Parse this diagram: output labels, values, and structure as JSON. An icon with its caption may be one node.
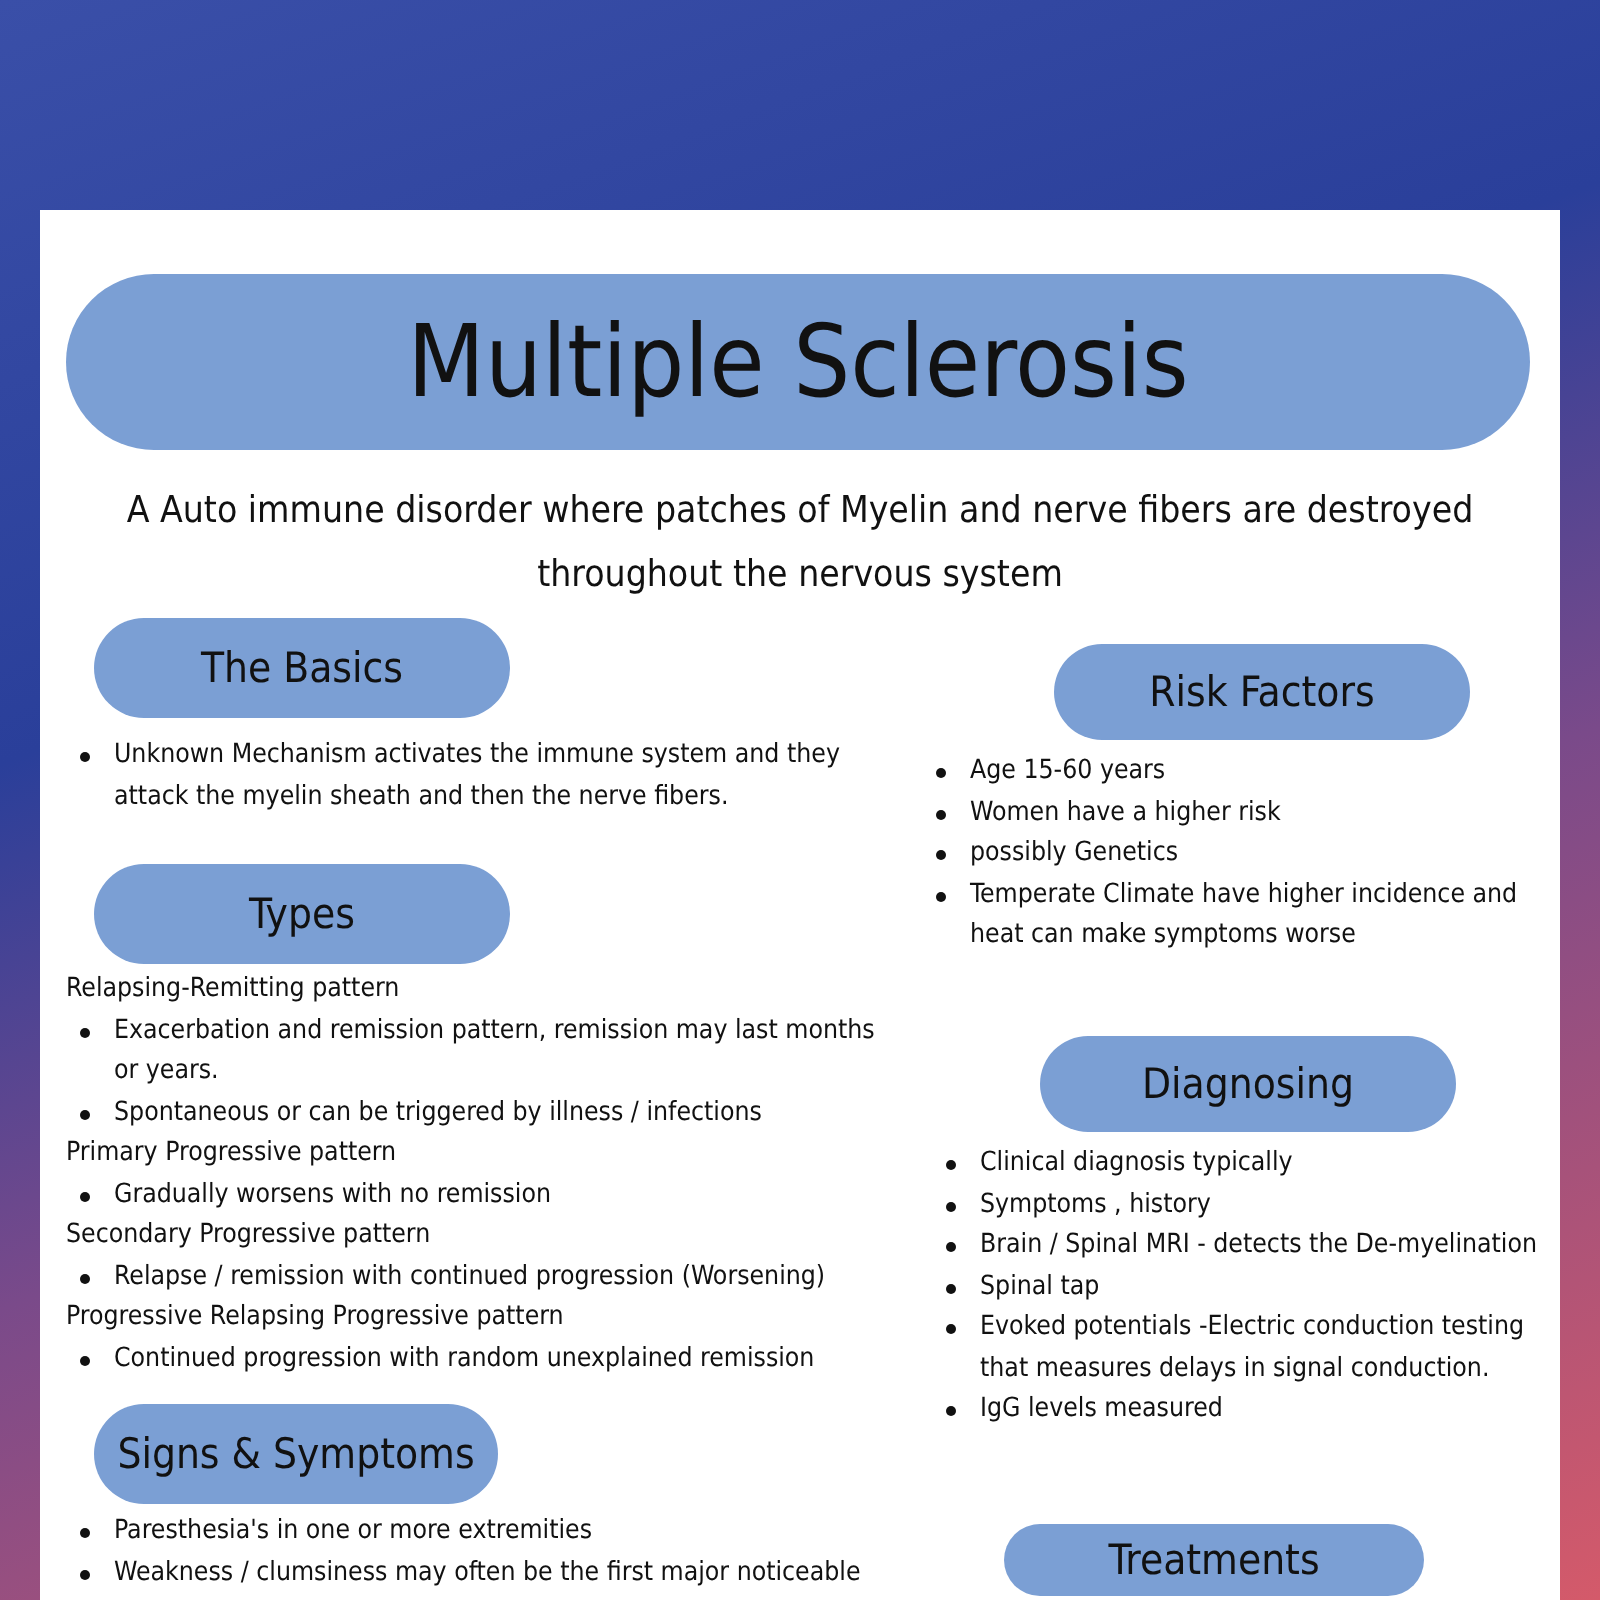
{
  "diagram": {
    "title": "Multiple Sclerosis",
    "nodes": [
      {
        "text": [
          "The Basics"
        ]
      },
      {
        "text": [
          "Types"
        ]
      },
      {
        "text": [
          "Signs & Symptoms"
        ]
      },
      {
        "text": [
          "Risk Factors"
        ]
      },
      {
        "text": [
          "Diagnosing"
        ]
      },
      {
        "text": [
          "Treatments"
        ]
      }
    ],
    "labels": [
      "A Auto immune disorder where patches of Myelin and nerve fibers are destroyed throughout the nervous system",
      "Unknown Mechanism activates the immune system and they attack the myelin sheath and then the nerve fibers.",
      "Relapsing-Remitting pattern",
      "Exacerbation and remission pattern, remission may last months or years.",
      "Spontaneous or can be triggered by illness / infections",
      "Primary Progressive pattern",
      "Gradually worsens with no remission",
      "Secondary Progressive pattern",
      "Relapse / remission with continued progression (Worsening)",
      "Progressive Relapsing Progressive pattern",
      "Continued progression with random unexplained remission",
      "Paresthesia's in one or more extremities",
      "Weakness / clumsiness may often be the first major noticeable",
      "Age 15-60 years",
      "Women have a higher risk",
      "possibly Genetics",
      "Temperate Climate have higher incidence and heat can make symptoms worse",
      "Clinical diagnosis typically",
      "Symptoms , history",
      "Brain / Spinal MRI - detects the De-myelination",
      "Spinal tap",
      "Evoked potentials -Electric conduction testing that measures delays in signal conduction.",
      "IgG levels measured"
    ]
  }
}
